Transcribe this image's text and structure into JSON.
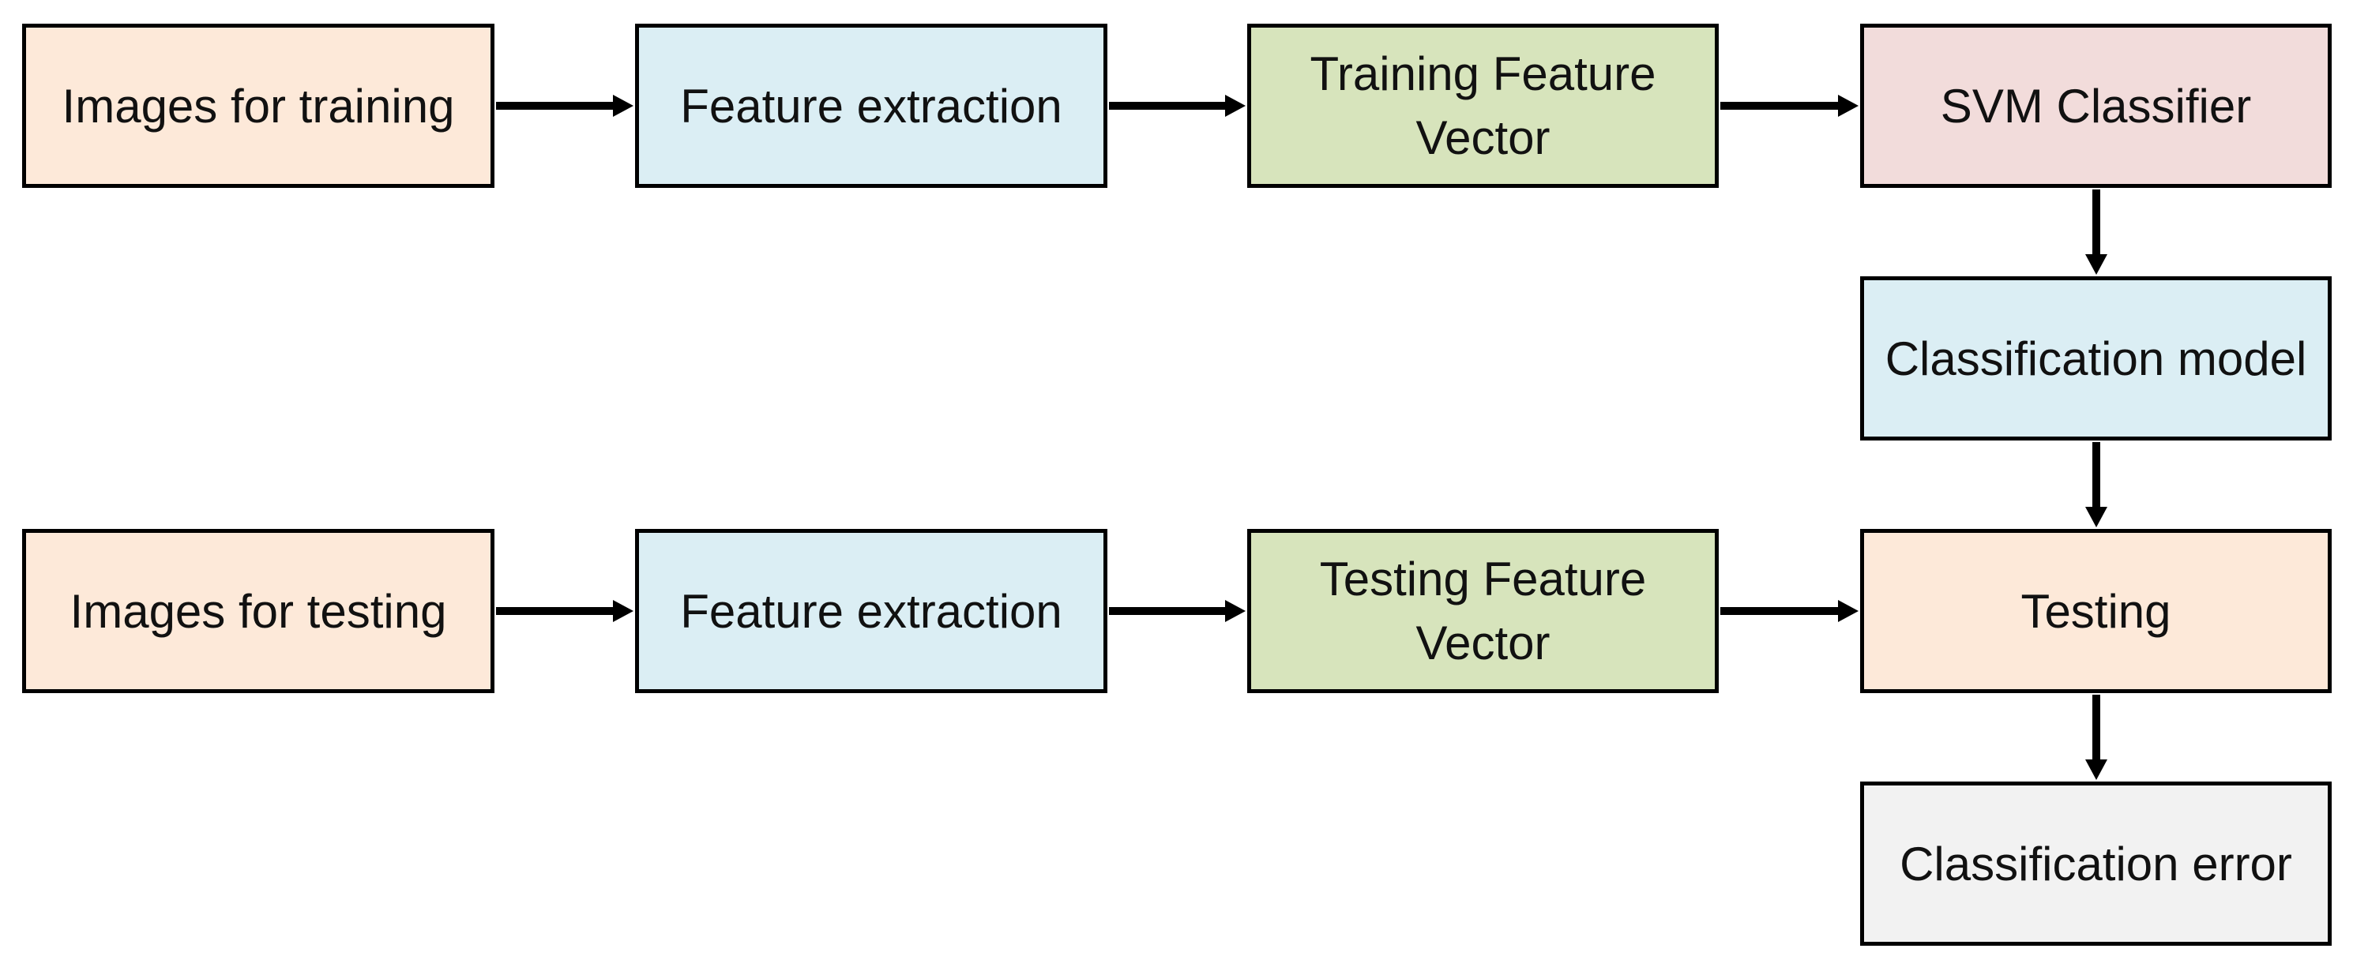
{
  "nodes": {
    "images_training": {
      "label": "Images for training",
      "color": "#fde9d9"
    },
    "feature_extraction_train": {
      "label": "Feature extraction",
      "color": "#dbeef4"
    },
    "training_vector": {
      "label": "Training Feature Vector",
      "color": "#d7e4bc"
    },
    "svm": {
      "label": "SVM Classifier",
      "color": "#f2dcdb"
    },
    "classification_model": {
      "label": "Classification model",
      "color": "#dbeef4"
    },
    "images_testing": {
      "label": "Images for testing",
      "color": "#fde9d9"
    },
    "feature_extraction_test": {
      "label": "Feature extraction",
      "color": "#dbeef4"
    },
    "testing_vector": {
      "label": "Testing Feature Vector",
      "color": "#d7e4bc"
    },
    "testing": {
      "label": "Testing",
      "color": "#fde9d9"
    },
    "classification_error": {
      "label": "Classification error",
      "color": "#f2f2f2"
    }
  },
  "edges": [
    {
      "from": "images_training",
      "to": "feature_extraction_train"
    },
    {
      "from": "feature_extraction_train",
      "to": "training_vector"
    },
    {
      "from": "training_vector",
      "to": "svm"
    },
    {
      "from": "svm",
      "to": "classification_model"
    },
    {
      "from": "classification_model",
      "to": "testing"
    },
    {
      "from": "images_testing",
      "to": "feature_extraction_test"
    },
    {
      "from": "feature_extraction_test",
      "to": "testing_vector"
    },
    {
      "from": "testing_vector",
      "to": "testing"
    },
    {
      "from": "testing",
      "to": "classification_error"
    }
  ]
}
